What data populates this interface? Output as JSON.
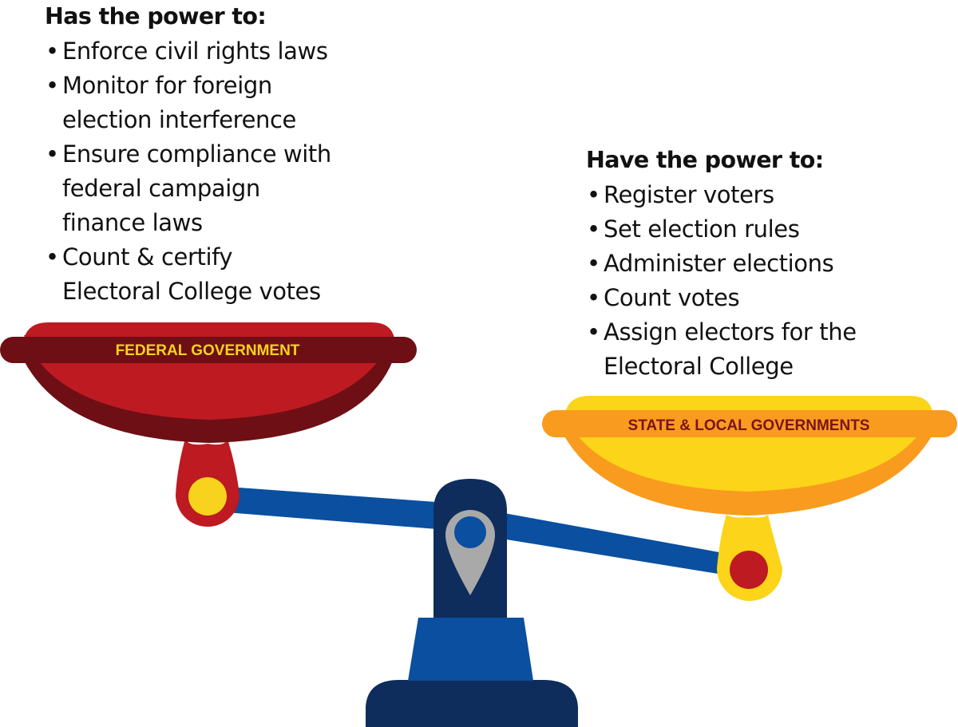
{
  "federal": {
    "heading": "Has the power to:",
    "items": [
      "Enforce civil rights laws",
      "Monitor for foreign\nelection interference",
      "Ensure compliance with\nfederal campaign\nfinance laws",
      "Count & certify\nElectoral College votes"
    ],
    "pan_label": "FEDERAL GOVERNMENT"
  },
  "state": {
    "heading": "Have the power to:",
    "items": [
      "Register voters",
      "Set election rules",
      "Administer elections",
      "Count votes",
      "Assign electors for the\nElectoral College"
    ],
    "pan_label": "STATE & LOCAL GOVERNMENTS"
  },
  "colors": {
    "federal_pan": "#bd1a21",
    "federal_rim": "#6d0f14",
    "federal_label": "#f8d31d",
    "state_pan": "#fcd419",
    "state_rim": "#f99b1e",
    "state_label": "#7b1318",
    "beam": "#0a4fa0",
    "base": "#0e2d5c",
    "pin": "#a9a9a9"
  },
  "icons": [
    "balance-scale-icon",
    "map-pin-icon"
  ]
}
